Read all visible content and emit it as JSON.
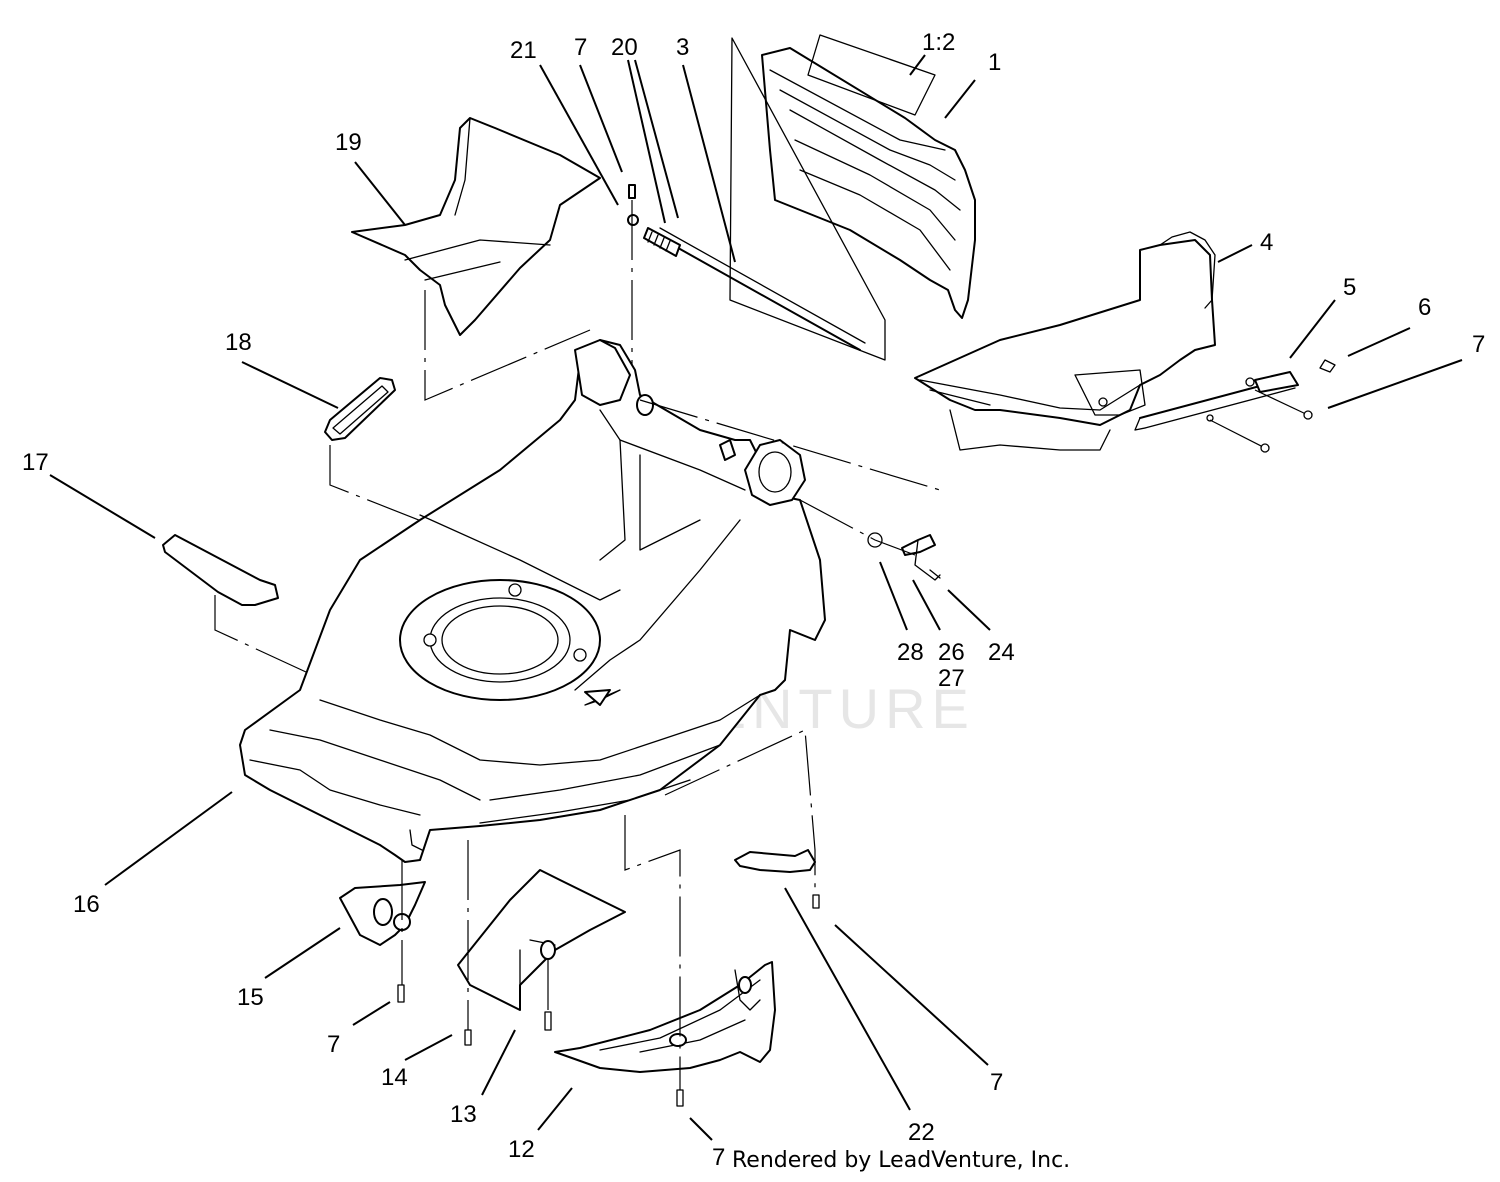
{
  "callouts": {
    "c21": "21",
    "c7_top": "7",
    "c20": "20",
    "c3": "3",
    "c1_2": "1:2",
    "c1": "1",
    "c19": "19",
    "c4": "4",
    "c5": "5",
    "c6": "6",
    "c7_right": "7",
    "c18": "18",
    "c17": "17",
    "c28": "28",
    "c26": "26",
    "c27": "27",
    "c24": "24",
    "c16": "16",
    "c15": "15",
    "c7_left": "7",
    "c14": "14",
    "c13": "13",
    "c12": "12",
    "c22": "22",
    "c7_mid": "7",
    "c7_bottom": "7"
  },
  "credit": "Rendered by LeadVenture, Inc.",
  "watermark": "LEADVENTURE"
}
